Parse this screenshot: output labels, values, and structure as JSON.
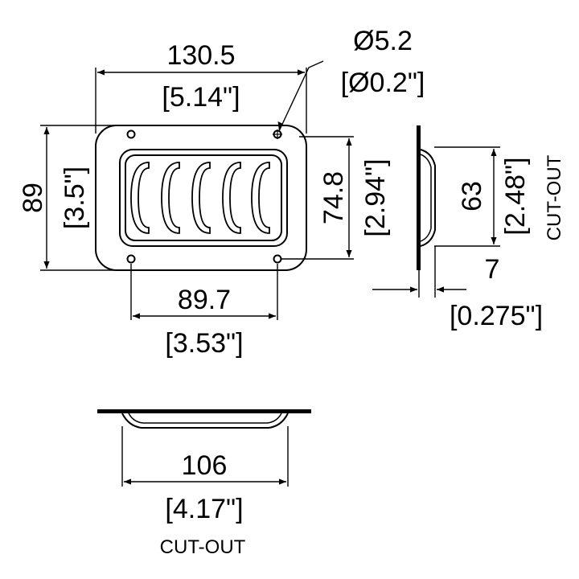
{
  "drawing": {
    "line_color": "#000000",
    "background": "#ffffff",
    "top_view": {
      "width_mm": "130.5",
      "width_in": "[5.14\"]",
      "hole_diameter_mm": "Ø5.2",
      "hole_diameter_in": "[Ø0.2\"]",
      "height_mm": "89",
      "height_in": "[3.5\"]",
      "inner_height_mm": "74.8",
      "inner_height_in": "[2.94\"]",
      "hole_spacing_mm": "89.7",
      "hole_spacing_in": "[3.53\"]"
    },
    "side_view": {
      "cutout_height_mm": "63",
      "cutout_height_in": "[2.48\"]",
      "cutout_label": "CUT-OUT",
      "depth_mm": "7",
      "depth_in": "[0.275\"]"
    },
    "bottom_view": {
      "cutout_width_mm": "106",
      "cutout_width_in": "[4.17\"]",
      "cutout_label": "CUT-OUT"
    }
  }
}
